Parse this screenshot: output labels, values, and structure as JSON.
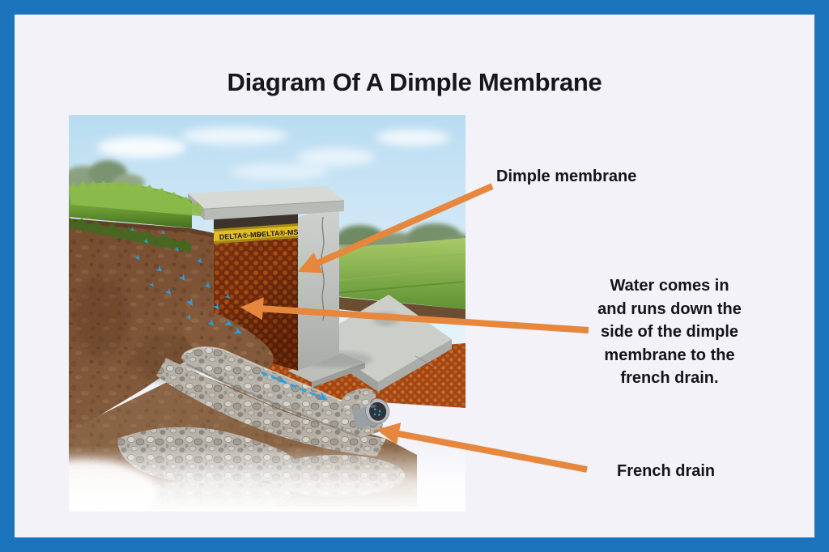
{
  "frame": {
    "border_color": "#1b74bc",
    "background": "#f2f2f8"
  },
  "title": "Diagram Of A Dimple Membrane",
  "annotations": {
    "dimple_membrane": {
      "label": "Dimple membrane"
    },
    "water_note": {
      "lines": [
        "Water comes in",
        "and runs down the",
        "side of the dimple",
        "membrane to the",
        "french drain."
      ]
    },
    "french_drain": {
      "label": "French drain"
    }
  },
  "illustration": {
    "membrane_brand": "DELTA®-MS",
    "colors": {
      "arrow_orange": "#e6873d",
      "water_blue": "#2b9fe3",
      "membrane_dark": "#772d0b",
      "membrane_dot": "#aa5018",
      "brand_band_yellow": "#e3bd25",
      "concrete_light": "#d6d9d4",
      "soil_brown": "#7d5336",
      "grass_green": "#6a9a33",
      "gravel_gray": "#b7b3aa",
      "sky_blue": "#c6e2f3"
    }
  }
}
